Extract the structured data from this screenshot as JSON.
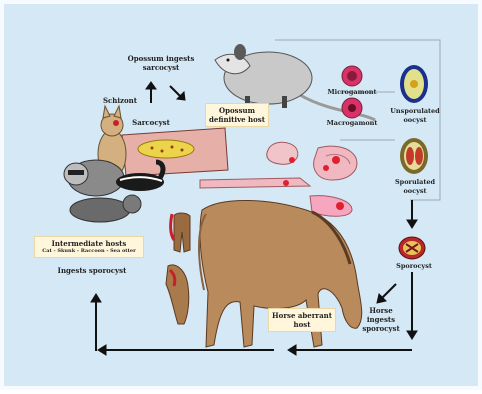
{
  "diagram": {
    "background_color": "#d5e8f5",
    "frame_color": "#f7fbff",
    "labels": {
      "opossum_ingests": "Opossum ingests sarcocyst",
      "schizont": "Schizont",
      "sarcocyst": "Sarcocyst",
      "opossum_host": "Opossum definitive host",
      "microgamont": "Microgamont",
      "macrogamont": "Macrogamont",
      "unsporulated": "Unsporulated oocyst",
      "sporulated": "Sporulated oocyst",
      "sporocyst": "Sporocyst",
      "intermediate_title": "Intermediate hosts",
      "intermediate_list": "Cat - Skunk - Raccoon - Sea otter",
      "ingests_sporocyst": "Ingests sporocyst",
      "horse_ingests": "Horse ingests sporocyst",
      "horse_aberrant": "Horse aberrant host"
    }
  }
}
